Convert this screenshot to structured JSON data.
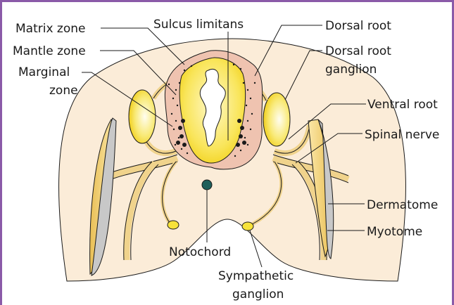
{
  "labels": {
    "matrix_zone": "Matrix zone",
    "mantle_zone": "Mantle zone",
    "marginal_zone_1": "Marginal",
    "marginal_zone_2": "zone",
    "sulcus_limitans": "Sulcus limitans",
    "dorsal_root": "Dorsal root",
    "dorsal_root_ganglion_1": "Dorsal root",
    "dorsal_root_ganglion_2": "ganglion",
    "ventral_root": "Ventral root",
    "spinal_nerve": "Spinal nerve",
    "dermatome": "Dermatome",
    "myotome": "Myotome",
    "notochord": "Notochord",
    "sympathetic_ganglion_1": "Sympathetic",
    "sympathetic_ganglion_2": "ganglion"
  },
  "colors": {
    "border": "#8a5aa8",
    "tissue": "#fbecd8",
    "cord": "#efc3b0",
    "ganglion": "#f7e23a",
    "nerve": "#f0d38c",
    "myotome": "#c8c8c8",
    "notochord": "#1f5f5a"
  }
}
